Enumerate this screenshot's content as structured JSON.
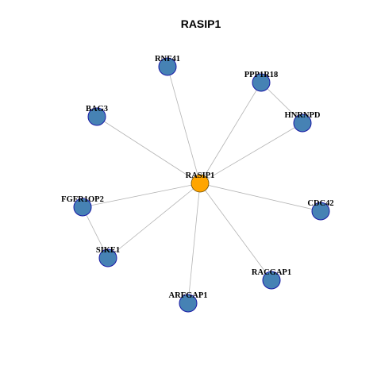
{
  "title": "RASIP1",
  "colors": {
    "center_node": "#FFA500",
    "neighbor_node": "#4682B4",
    "edge": "#B3B3B3"
  },
  "nodes": [
    {
      "id": "RASIP1",
      "label": "RASIP1",
      "role": "center"
    },
    {
      "id": "RNF41",
      "label": "RNF41",
      "role": "neighbor"
    },
    {
      "id": "PPP1R18",
      "label": "PPP1R18",
      "role": "neighbor"
    },
    {
      "id": "HNRNPD",
      "label": "HNRNPD",
      "role": "neighbor"
    },
    {
      "id": "BAG3",
      "label": "BAG3",
      "role": "neighbor"
    },
    {
      "id": "FGFR1OP2",
      "label": "FGFR1OP2",
      "role": "neighbor"
    },
    {
      "id": "CDC42",
      "label": "CDC42",
      "role": "neighbor"
    },
    {
      "id": "SIKE1",
      "label": "SIKE1",
      "role": "neighbor"
    },
    {
      "id": "RACGAP1",
      "label": "RACGAP1",
      "role": "neighbor"
    },
    {
      "id": "ARFGAP1",
      "label": "ARFGAP1",
      "role": "neighbor"
    }
  ],
  "edges": [
    [
      "RASIP1",
      "RNF41"
    ],
    [
      "RASIP1",
      "PPP1R18"
    ],
    [
      "RASIP1",
      "HNRNPD"
    ],
    [
      "RASIP1",
      "BAG3"
    ],
    [
      "RASIP1",
      "FGFR1OP2"
    ],
    [
      "RASIP1",
      "CDC42"
    ],
    [
      "RASIP1",
      "SIKE1"
    ],
    [
      "RASIP1",
      "RACGAP1"
    ],
    [
      "RASIP1",
      "ARFGAP1"
    ],
    [
      "PPP1R18",
      "HNRNPD"
    ],
    [
      "FGFR1OP2",
      "SIKE1"
    ]
  ]
}
